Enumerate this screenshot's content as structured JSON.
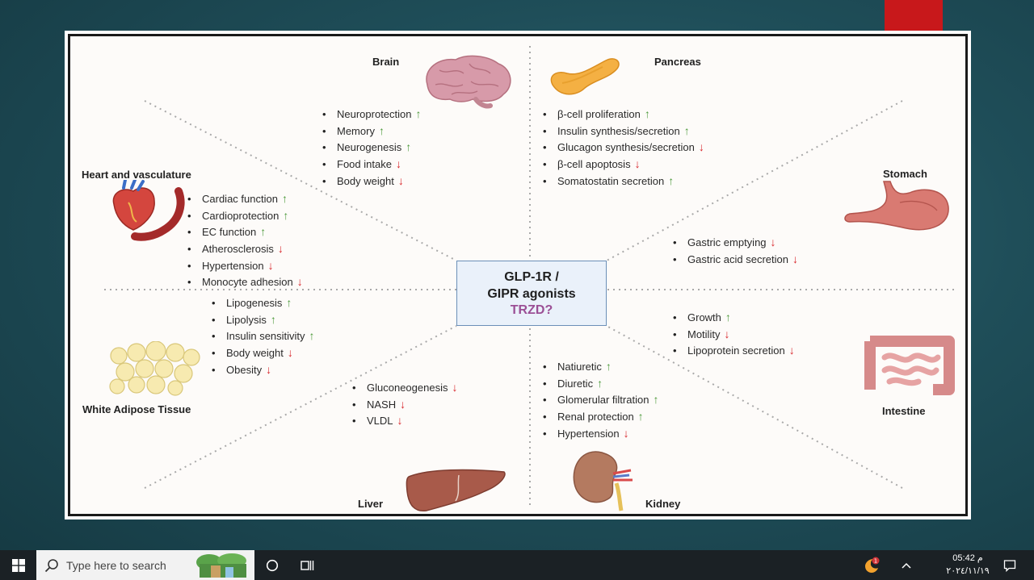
{
  "slide": {
    "center": {
      "line1": "GLP-1R /",
      "line2": "GIPR agonists",
      "line3": "TRZD?"
    },
    "brain": {
      "title": "Brain",
      "items": [
        {
          "text": "Neuroprotection",
          "dir": "↑"
        },
        {
          "text": "Memory",
          "dir": "↑"
        },
        {
          "text": "Neurogenesis",
          "dir": "↑"
        },
        {
          "text": "Food intake",
          "dir": "↓"
        },
        {
          "text": "Body weight",
          "dir": "↓"
        }
      ]
    },
    "pancreas": {
      "title": "Pancreas",
      "items": [
        {
          "text": "β-cell proliferation",
          "dir": "↑"
        },
        {
          "text": "Insulin synthesis/secretion",
          "dir": "↑"
        },
        {
          "text": "Glucagon synthesis/secretion",
          "dir": "↓"
        },
        {
          "text": "β-cell apoptosis",
          "dir": "↓"
        },
        {
          "text": "Somatostatin secretion",
          "dir": "↑"
        }
      ]
    },
    "heart": {
      "title": "Heart and vasculature",
      "items": [
        {
          "text": "Cardiac function",
          "dir": "↑"
        },
        {
          "text": "Cardioprotection",
          "dir": "↑"
        },
        {
          "text": "EC function",
          "dir": "↑"
        },
        {
          "text": "Atherosclerosis",
          "dir": "↓"
        },
        {
          "text": "Hypertension",
          "dir": "↓"
        },
        {
          "text": "Monocyte adhesion",
          "dir": "↓"
        }
      ]
    },
    "stomach": {
      "title": "Stomach",
      "items": [
        {
          "text": "Gastric emptying",
          "dir": "↓"
        },
        {
          "text": "Gastric acid secretion",
          "dir": "↓"
        }
      ]
    },
    "adipose": {
      "title": "White Adipose Tissue",
      "items": [
        {
          "text": "Lipogenesis",
          "dir": "↑"
        },
        {
          "text": "Lipolysis",
          "dir": "↑"
        },
        {
          "text": "Insulin sensitivity",
          "dir": "↑"
        },
        {
          "text": "Body weight",
          "dir": "↓"
        },
        {
          "text": "Obesity",
          "dir": "↓"
        }
      ]
    },
    "intestine": {
      "title": "Intestine",
      "items": [
        {
          "text": "Growth",
          "dir": "↑"
        },
        {
          "text": "Motility",
          "dir": "↓"
        },
        {
          "text": "Lipoprotein secretion",
          "dir": "↓"
        }
      ]
    },
    "liver": {
      "title": "Liver",
      "items": [
        {
          "text": "Gluconeogenesis",
          "dir": "↓"
        },
        {
          "text": "NASH",
          "dir": "↓"
        },
        {
          "text": "VLDL",
          "dir": "↓"
        }
      ]
    },
    "kidney": {
      "title": "Kidney",
      "items": [
        {
          "text": "Natiuretic",
          "dir": "↑"
        },
        {
          "text": "Diuretic",
          "dir": "↑"
        },
        {
          "text": "Glomerular filtration",
          "dir": "↑"
        },
        {
          "text": "Renal protection",
          "dir": "↑"
        },
        {
          "text": "Hypertension",
          "dir": "↓"
        }
      ]
    },
    "colors": {
      "up": "#4d9a3c",
      "down": "#d8262b",
      "accent": "#9b4f95"
    }
  },
  "taskbar": {
    "search_placeholder": "Type here to search",
    "clock_time": "05:42 م",
    "clock_date": "٢٠٢٤/١١/١٩",
    "notification_count": "1",
    "icons": [
      "windows-start-icon",
      "search-icon",
      "cortana-icon",
      "task-view-icon",
      "chevron-up-icon",
      "notification-icon"
    ]
  }
}
